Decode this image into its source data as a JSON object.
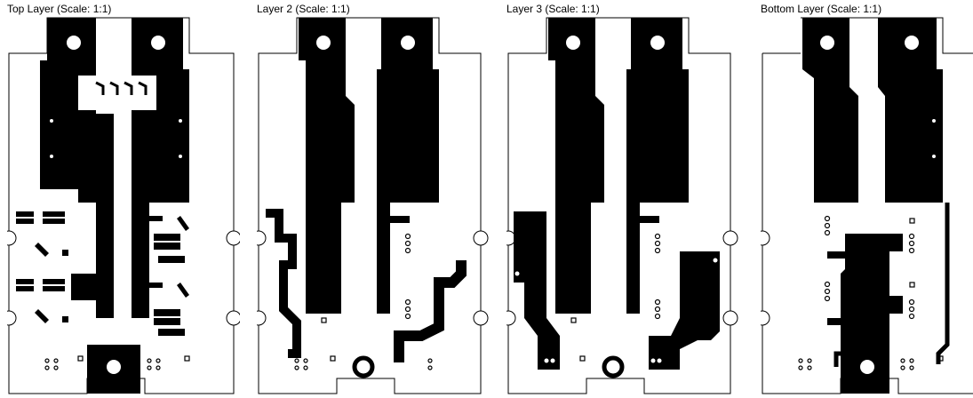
{
  "panels": [
    {
      "title": "Top Layer (Scale: 1:1)"
    },
    {
      "title": "Layer 2 (Scale: 1:1)"
    },
    {
      "title": "Layer 3 (Scale: 1:1)"
    },
    {
      "title": "Bottom Layer (Scale: 1:1)"
    }
  ],
  "colors": {
    "copper": "#000000",
    "board": "#ffffff",
    "outline": "#000000"
  }
}
